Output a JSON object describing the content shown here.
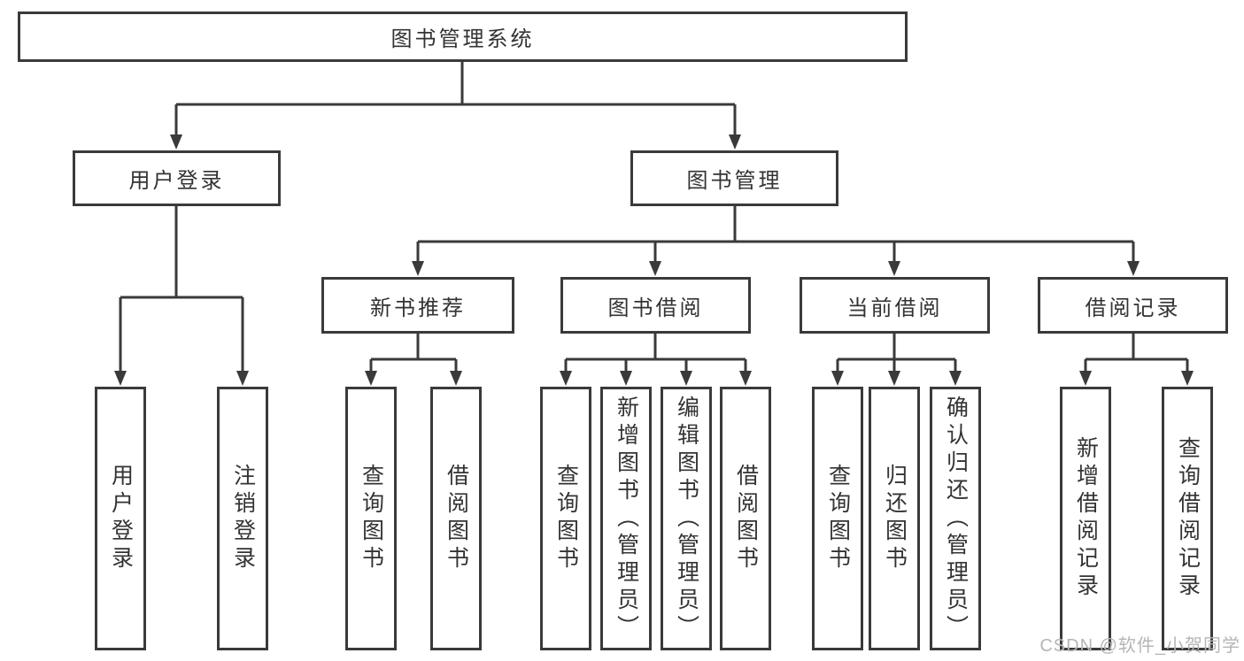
{
  "nodes": {
    "root": "图书管理系统",
    "level2": [
      "用户登录",
      "图书管理"
    ],
    "level3": [
      "新书推荐",
      "图书借阅",
      "当前借阅",
      "借阅记录"
    ],
    "leaves": {
      "user": [
        "用户登录",
        "注销登录"
      ],
      "newbook": [
        "查询图书",
        "借阅图书"
      ],
      "borrow": [
        "查询图书",
        "新增图书（管理员）",
        "编辑图书（管理员）",
        "借阅图书"
      ],
      "current": [
        "查询图书",
        "归还图书",
        "确认归还（管理员）"
      ],
      "records": [
        "新增借阅记录",
        "查询借阅记录"
      ]
    }
  },
  "watermark": "CSDN @软件_小贺同学",
  "colors": {
    "line": "#3a3a3a",
    "text": "#333333",
    "watermark": "#b5b5b5",
    "background": "#ffffff"
  }
}
